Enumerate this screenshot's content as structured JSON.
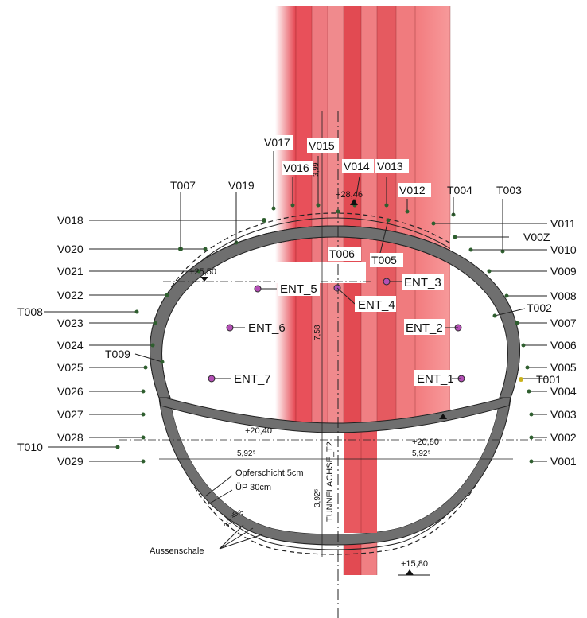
{
  "drawing": {
    "left_labels": {
      "v018": "V018",
      "v020": "V020",
      "v021": "V021",
      "v022": "V022",
      "v023": "V023",
      "v024": "V024",
      "v025": "V025",
      "v026": "V026",
      "v027": "V027",
      "v028": "V028",
      "v029": "V029",
      "t008": "T008",
      "t009": "T009",
      "t010": "T010"
    },
    "right_labels": {
      "v011": "V011",
      "v00z": "V00Z",
      "v010": "V010",
      "v009": "V009",
      "v008": "V008",
      "v007": "V007",
      "v006": "V006",
      "v005": "V005",
      "v004": "V004",
      "v003": "V003",
      "v002": "V002",
      "v001": "V001",
      "t001": "T001",
      "t002": "T002"
    },
    "top_labels": {
      "t007": "T007",
      "v019": "V019",
      "v017": "V017",
      "v015": "V015",
      "v016": "V016",
      "v014": "V014",
      "v013": "V013",
      "v012": "V012",
      "t004": "T004",
      "t003": "T003",
      "t006": "T006",
      "t005": "T005"
    },
    "entities": {
      "ent1": "ENT_1",
      "ent2": "ENT_2",
      "ent3": "ENT_3",
      "ent4": "ENT_4",
      "ent5": "ENT_5",
      "ent6": "ENT_6",
      "ent7": "ENT_7"
    },
    "levels": {
      "top": "+28,46",
      "crown": "+25,50",
      "left_spring": "+20,40",
      "right_spring": "+20,80",
      "invert": "+15,80"
    },
    "dimensions": {
      "top_height": "3,99",
      "upper_height": "7,58",
      "lower_height": "3,92⁵",
      "half_width_left": "5,92⁵",
      "half_width_right": "5,92⁵",
      "wall_a": "30",
      "wall_b": "35",
      "wall_c": "5"
    },
    "notes": {
      "opfer": "Opferschicht 5cm",
      "up": "ÜP 30cm",
      "aussen": "Aussenschale",
      "axis": "TUNNELACHSE_T2"
    },
    "colors": {
      "lining": "#6f6f6f",
      "column_red": "#e5444f",
      "column_pink": "#f27b7e",
      "entity_dot": "#b34fb5"
    }
  }
}
